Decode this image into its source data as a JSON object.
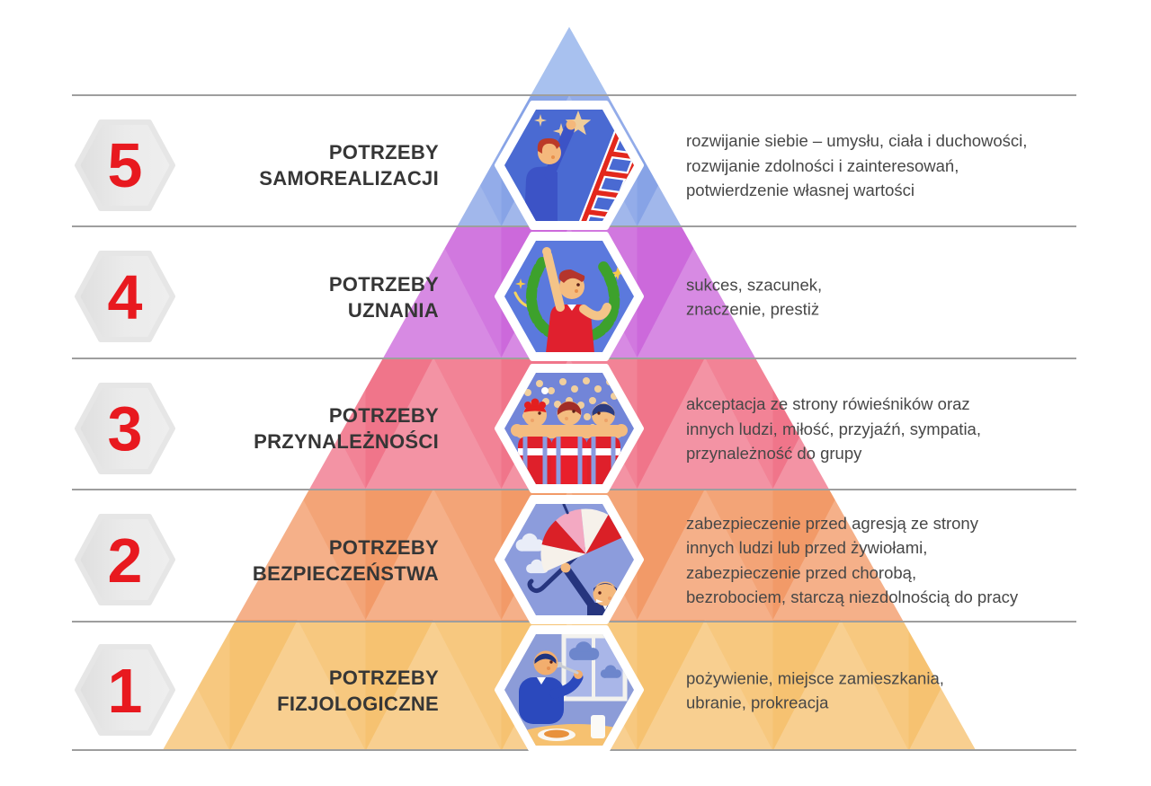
{
  "palette": {
    "background": "#ffffff",
    "divider_line": "#9e9e9e",
    "number_red": "#e8191f",
    "label_color": "#363636",
    "description_color": "#474747",
    "number_hexagon_gray": "#e9e9e9",
    "icon_hexagon_border": "#ffffff",
    "band_colors": {
      "apex": "#8fb0ea",
      "level5": "#87a3e6",
      "level4": "#cc69db",
      "level3": "#f0758a",
      "level2": "#f29a68",
      "level1": "#f6c271"
    }
  },
  "levels": [
    {
      "number": "5",
      "label_line1": "POTRZEBY",
      "label_line2": "SAMOREALIZACJI",
      "description_lines": [
        "rozwijanie siebie – umysłu, ciała i duchowości,",
        "rozwijanie zdolności i zainteresowań,",
        "potwierdzenie własnej wartości"
      ],
      "icon": "reaching-stars-ladder-icon",
      "band_color": "#87a3e6"
    },
    {
      "number": "4",
      "label_line1": "POTRZEBY",
      "label_line2": "UZNANIA",
      "description_lines": [
        "sukces, szacunek,",
        "znaczenie, prestiż"
      ],
      "icon": "laurel-wreath-winner-icon",
      "band_color": "#cc69db"
    },
    {
      "number": "3",
      "label_line1": "POTRZEBY",
      "label_line2": "PRZYNALEŻNOŚCI",
      "description_lines": [
        "akceptacja ze strony rówieśników oraz",
        "innych ludzi, miłość, przyjaźń, sympatia,",
        "przynależność do grupy"
      ],
      "icon": "friends-group-icon",
      "band_color": "#f0758a"
    },
    {
      "number": "2",
      "label_line1": "POTRZEBY",
      "label_line2": "BEZPIECZEŃSTWA",
      "description_lines": [
        "zabezpieczenie przed agresją ze strony",
        "innych ludzi lub przed żywiołami,",
        "zabezpieczenie przed chorobą,",
        "bezrobociem, starczą niezdolnością do pracy"
      ],
      "icon": "umbrella-protection-icon",
      "band_color": "#f29a68"
    },
    {
      "number": "1",
      "label_line1": "POTRZEBY",
      "label_line2": "FIZJOLOGICZNE",
      "description_lines": [
        "pożywienie, miejsce zamieszkania,",
        "ubranie, prokreacja"
      ],
      "icon": "eating-meal-icon",
      "band_color": "#f6c271"
    }
  ]
}
